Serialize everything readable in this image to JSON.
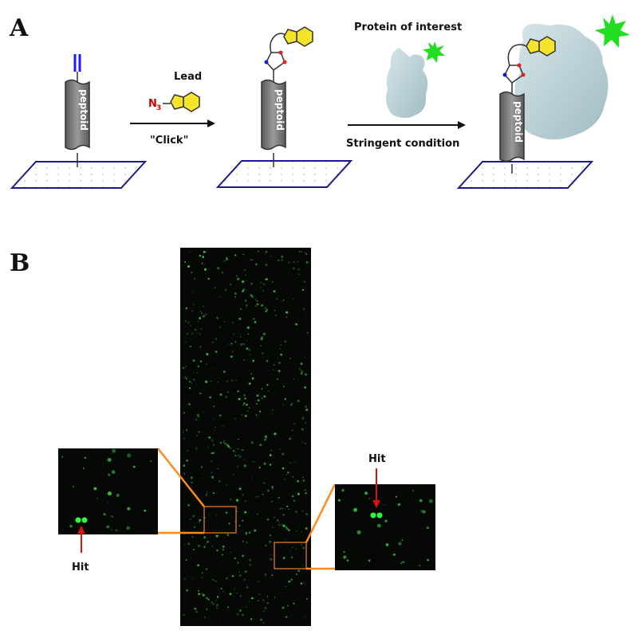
{
  "panel_a": {
    "label": "A",
    "peptoid_label": "peptoid",
    "step1_reagent_label": "Lead",
    "step1_caption": "\"Click\"",
    "azide_label": "N",
    "azide_subscript": "3",
    "step2_caption": "Protein of interest",
    "step2_condition": "Stringent condition"
  },
  "panel_b": {
    "label": "B",
    "hit_left": "Hit",
    "hit_right": "Hit"
  },
  "colors": {
    "alkyne": "#1a1aff",
    "triazole_n": "#dd2222",
    "triazole_blue": "#1a1acc",
    "ring_fill": "#f4e42a",
    "ring_stroke": "#555555",
    "peptoid_fill": "#8a8a8a",
    "slide_stroke": "#1a1a8a",
    "protein_fill": "#b9d3d8",
    "fluor": "#22dd22",
    "zoom_line": "#ff8a1e",
    "hit_arrow": "#dd1111"
  }
}
